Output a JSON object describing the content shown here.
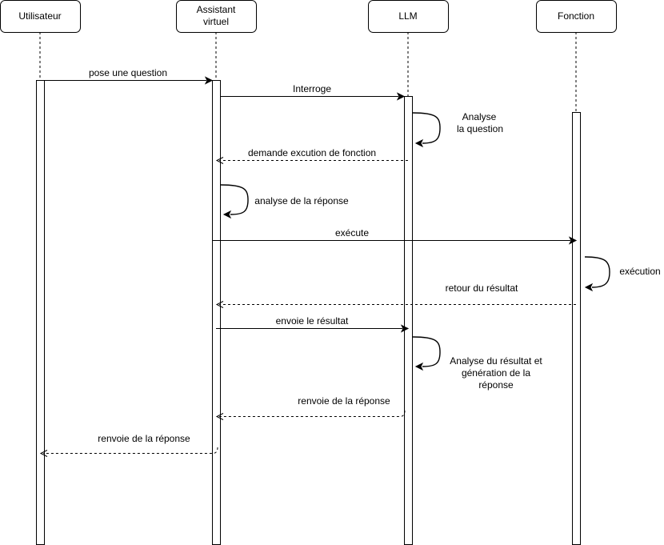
{
  "actors": [
    {
      "id": "utilisateur",
      "lines": [
        "Utilisateur"
      ]
    },
    {
      "id": "assistant",
      "lines": [
        "Assistant",
        "virtuel"
      ]
    },
    {
      "id": "llm",
      "lines": [
        "LLM"
      ]
    },
    {
      "id": "fonction",
      "lines": [
        "Fonction"
      ]
    }
  ],
  "messages": {
    "pose_question": "pose une question",
    "interroge": "Interroge",
    "demande_execution": "demande excution de fonction",
    "execute": "exécute",
    "retour_resultat": "retour du résultat",
    "envoie_resultat": "envoie le résultat",
    "renvoie_reponse_llm": "renvoie de la réponse",
    "renvoie_reponse_user": "renvoie de la réponse"
  },
  "self_messages": {
    "analyse_question": [
      "Analyse",
      "la question"
    ],
    "analyse_reponse": [
      "analyse de la réponse"
    ],
    "execution": [
      "exécution"
    ],
    "analyse_resultat": [
      "Analyse du résultat et",
      "génération de la",
      "réponse"
    ]
  }
}
